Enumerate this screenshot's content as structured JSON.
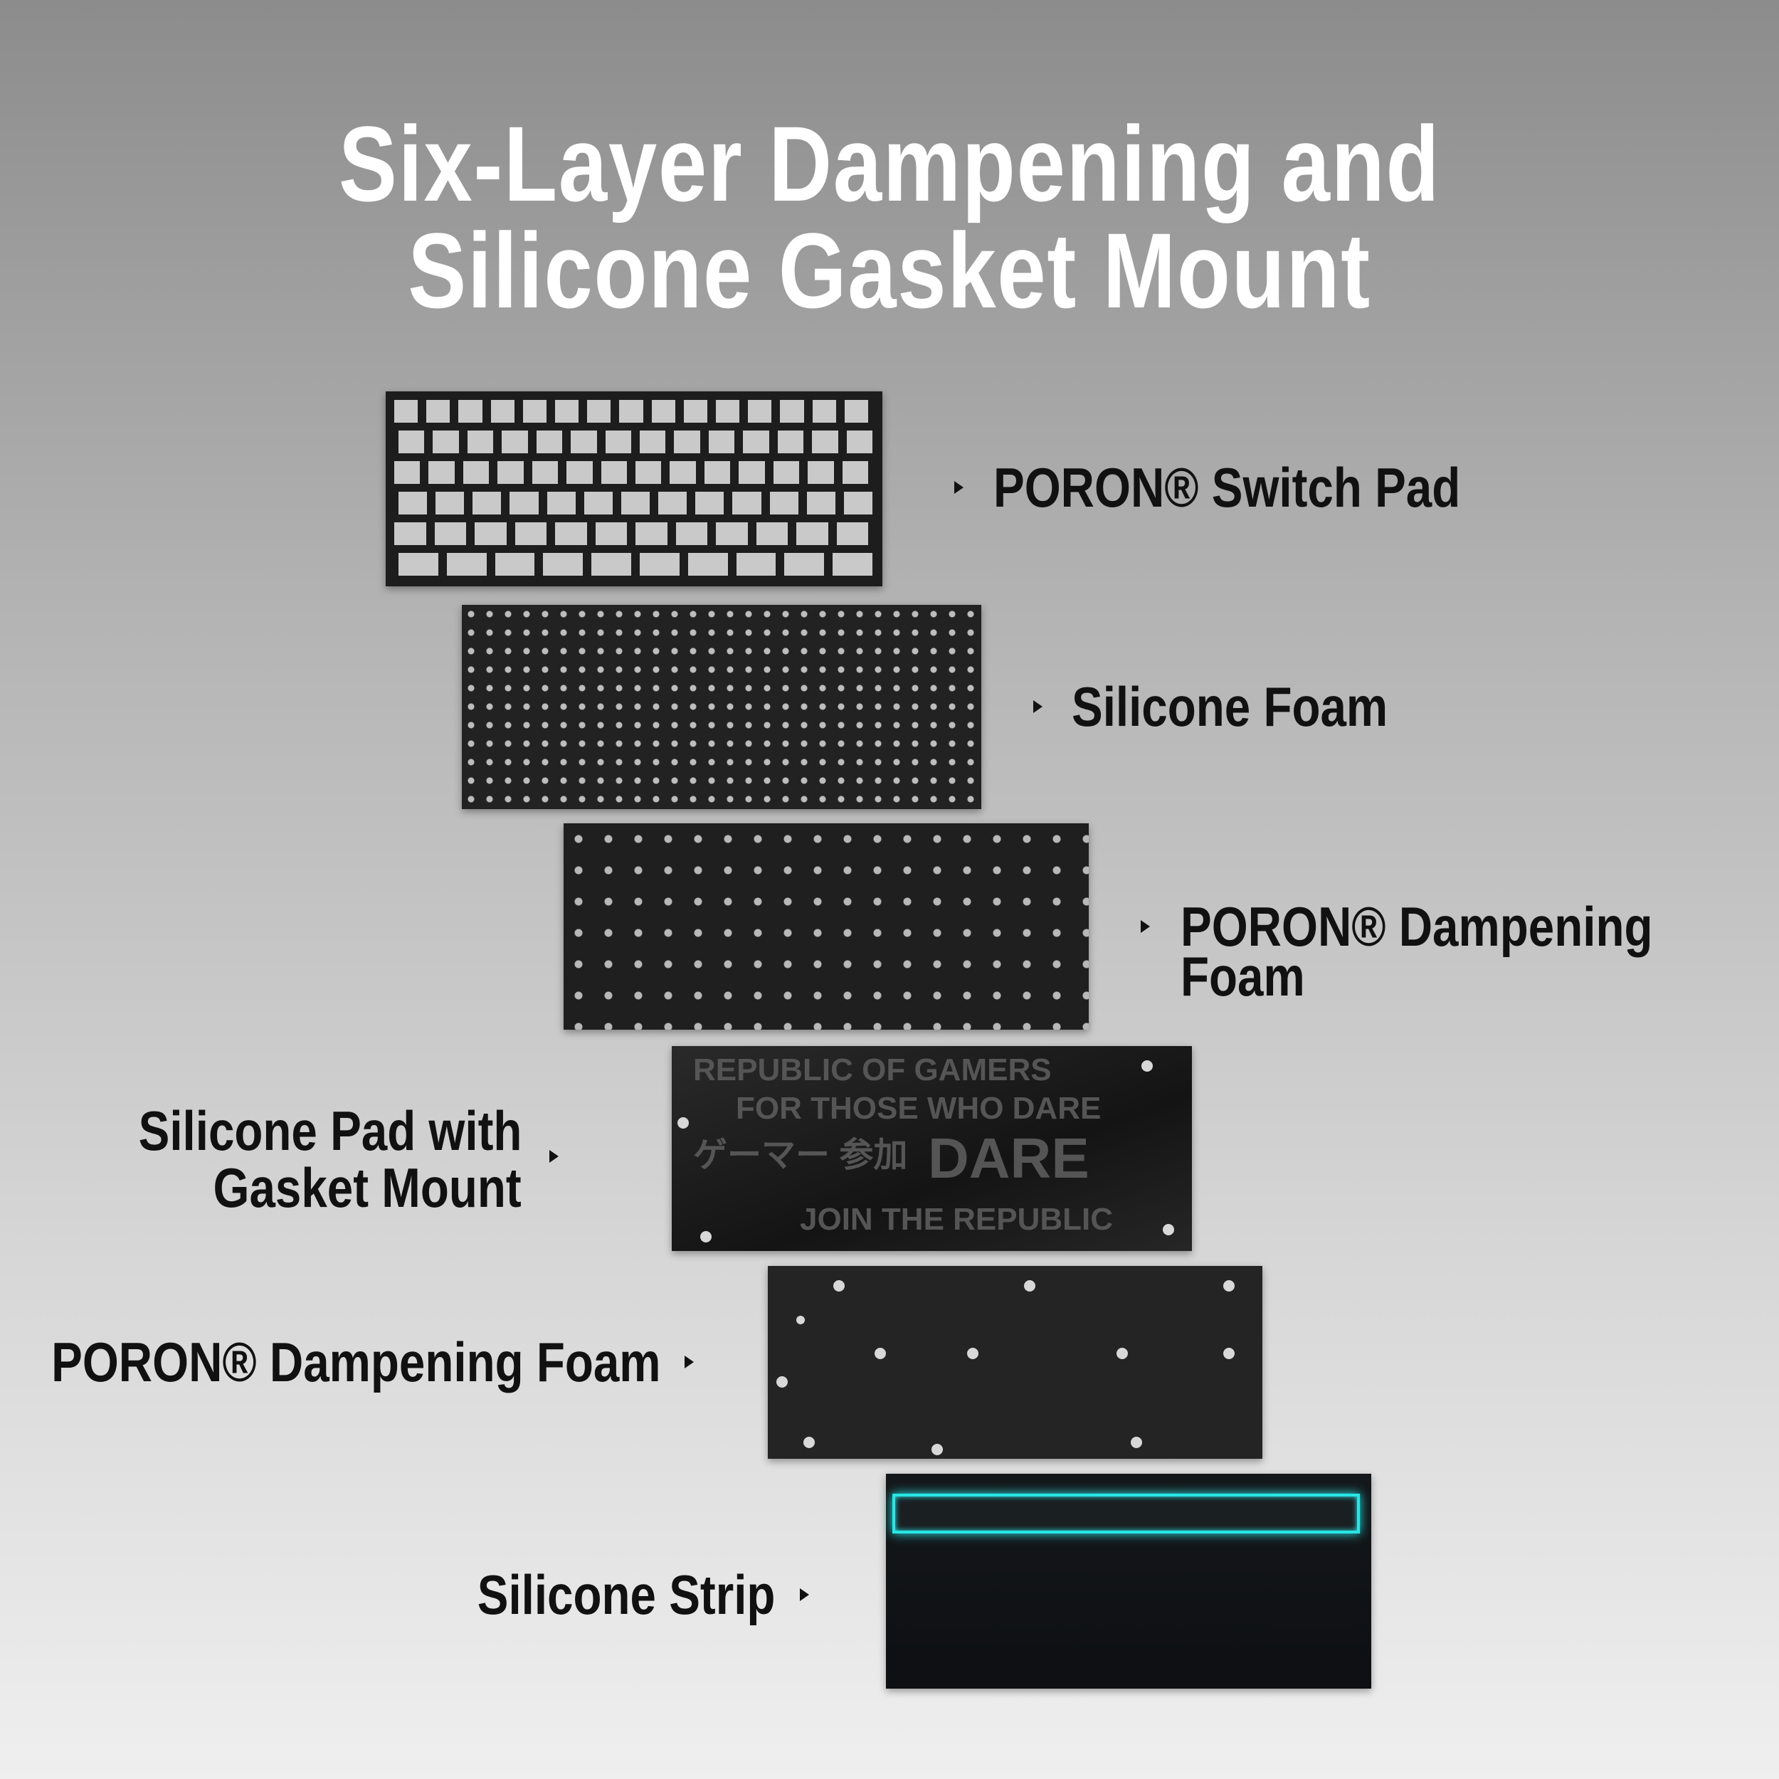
{
  "title": {
    "line1": "Six-Layer Dampening and",
    "line2": "Silicone Gasket Mount"
  },
  "layers": [
    {
      "label": "PORON® Switch Pad"
    },
    {
      "label": "Silicone Foam"
    },
    {
      "label_line1": "PORON® Dampening",
      "label_line2": "Foam"
    },
    {
      "label_line1": "Silicone Pad with",
      "label_line2": "Gasket Mount",
      "pattern_text": [
        "REPUBLIC OF GAMERS",
        "FOR THOSE WHO DARE",
        "ゲーマー 参加",
        "JOIN THE REPUBLIC",
        "DARE"
      ]
    },
    {
      "label": "PORON® Dampening Foam"
    },
    {
      "label": "Silicone Strip"
    }
  ],
  "colors": {
    "highlight": "#29e6e6",
    "layer": "#1d1d1d",
    "text": "#111111",
    "title": "#ffffff"
  }
}
